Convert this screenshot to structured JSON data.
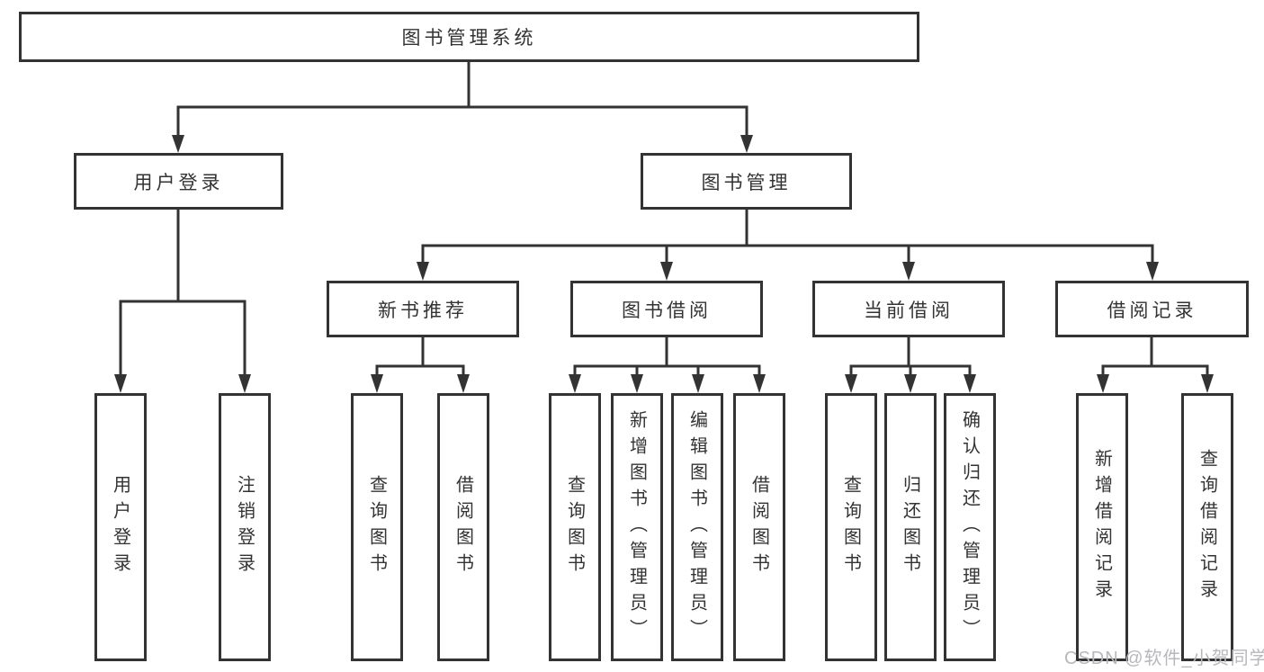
{
  "diagram": {
    "type": "hierarchy-tree",
    "tree": {
      "root": {
        "label": "图书管理系统",
        "children": [
          {
            "label": "用户登录",
            "children": [
              {
                "label": "用户登录"
              },
              {
                "label": "注销登录"
              }
            ]
          },
          {
            "label": "图书管理",
            "children": [
              {
                "label": "新书推荐",
                "children": [
                  {
                    "label": "查询图书"
                  },
                  {
                    "label": "借阅图书"
                  }
                ]
              },
              {
                "label": "图书借阅",
                "children": [
                  {
                    "label": "查询图书"
                  },
                  {
                    "label": "新增图书（管理员）"
                  },
                  {
                    "label": "编辑图书（管理员）"
                  },
                  {
                    "label": "借阅图书"
                  }
                ]
              },
              {
                "label": "当前借阅",
                "children": [
                  {
                    "label": "查询图书"
                  },
                  {
                    "label": "归还图书"
                  },
                  {
                    "label": "确认归还（管理员）"
                  }
                ]
              },
              {
                "label": "借阅记录",
                "children": [
                  {
                    "label": "新增借阅记录"
                  },
                  {
                    "label": "查询借阅记录"
                  }
                ]
              }
            ]
          }
        ]
      }
    },
    "colors": {
      "line": "#333333",
      "text": "#333333",
      "box_fill": "#ffffff",
      "background": "#ffffff",
      "watermark": "#b7b7bc"
    }
  },
  "watermark": {
    "text": "CSDN @软件_小贺同学"
  }
}
